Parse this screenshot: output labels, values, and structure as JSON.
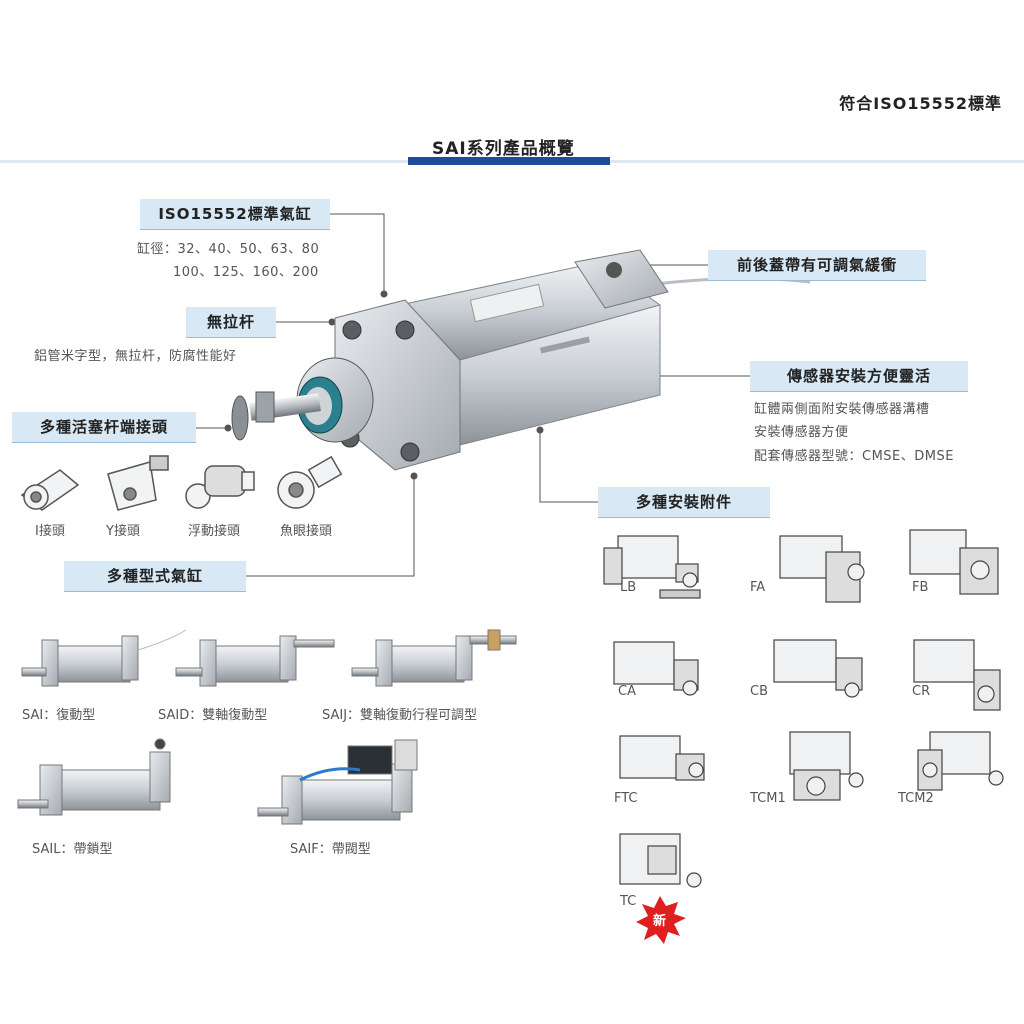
{
  "header": {
    "standard": "符合ISO15552標準",
    "title": "SAI系列產品概覽"
  },
  "features": {
    "iso": {
      "label": "ISO15552標準氣缸",
      "line1": "缸徑：32、40、50、63、80",
      "line2": "100、125、160、200"
    },
    "no_tie_rod": {
      "label": "無拉杆",
      "desc": "鋁管米字型，無拉杆，防腐性能好"
    },
    "rod_ends": {
      "label": "多種活塞杆端接頭",
      "items": [
        "I接頭",
        "Y接頭",
        "浮動接頭",
        "魚眼接頭"
      ]
    },
    "types": {
      "label": "多種型式氣缸"
    },
    "cushion": {
      "label": "前後蓋帶有可調氣緩衝"
    },
    "sensor": {
      "label": "傳感器安裝方便靈活",
      "line1": "缸體兩側面附安裝傳感器溝槽",
      "line2": "安裝傳感器方便",
      "line3": "配套傳感器型號：CMSE、DMSE"
    },
    "accessories": {
      "label": "多種安裝附件"
    }
  },
  "variants": [
    {
      "label": "SAI：復動型"
    },
    {
      "label": "SAID：雙軸復動型"
    },
    {
      "label": "SAIJ：雙軸復動行程可調型"
    },
    {
      "label": "SAIL：帶鎖型"
    },
    {
      "label": "SAIF：帶閥型"
    }
  ],
  "mounts": [
    "LB",
    "FA",
    "FB",
    "CA",
    "CB",
    "CR",
    "FTC",
    "TCM1",
    "TCM2",
    "TC"
  ],
  "new_badge": "新",
  "colors": {
    "tab_bg": "#d8e8f4",
    "title_bar": "#1e4c9a",
    "leader": "#555555",
    "badge": "#e02020"
  }
}
